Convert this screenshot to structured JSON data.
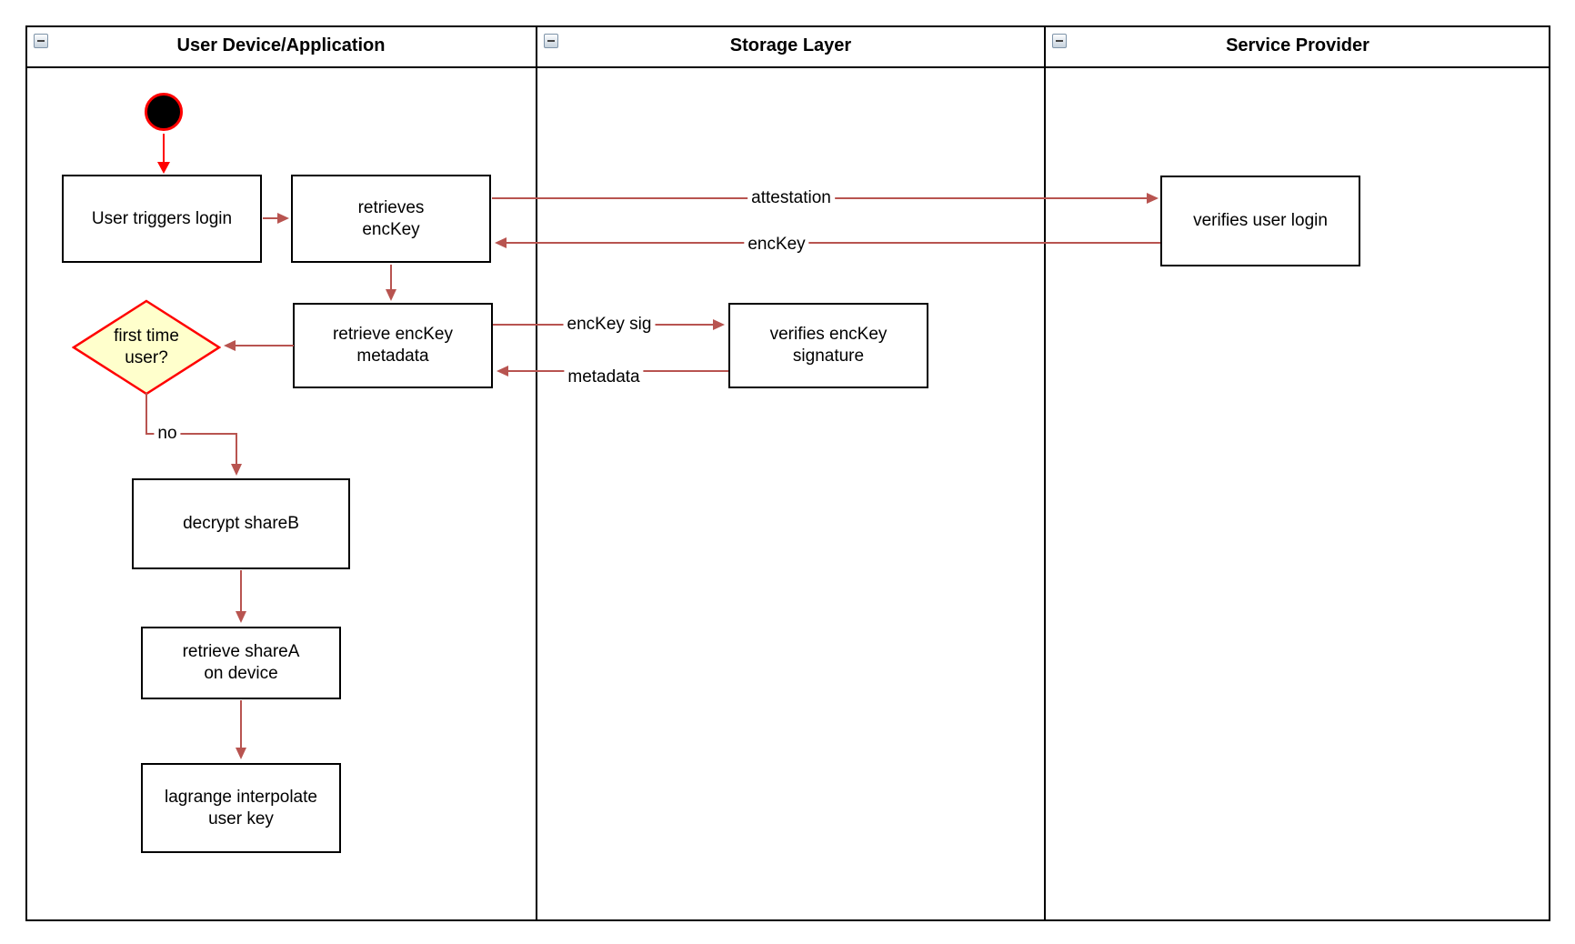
{
  "diagram_type": "swimlane-activity-diagram",
  "lanes": {
    "lane1": {
      "title": "User Device/Application"
    },
    "lane2": {
      "title": "Storage Layer"
    },
    "lane3": {
      "title": "Service Provider"
    }
  },
  "nodes": {
    "user_triggers_login": {
      "label": "User triggers login"
    },
    "retrieves_enckey": {
      "line1": "retrieves",
      "line2": "encKey"
    },
    "retrieve_enckey_metadata": {
      "line1": "retrieve encKey",
      "line2": "metadata"
    },
    "first_time_user": {
      "line1": "first time",
      "line2": "user?"
    },
    "decrypt_shareb": {
      "label": "decrypt shareB"
    },
    "retrieve_sharea": {
      "line1": "retrieve shareA",
      "line2": "on device"
    },
    "lagrange_interpolate": {
      "line1": "lagrange interpolate",
      "line2": "user key"
    },
    "verifies_enckey_signature": {
      "line1": "verifies encKey",
      "line2": "signature"
    },
    "verifies_user_login": {
      "label": "verifies user login"
    }
  },
  "edge_labels": {
    "attestation": "attestation",
    "enckey": "encKey",
    "enckey_sig": "encKey sig",
    "metadata": "metadata",
    "no": "no"
  },
  "colors": {
    "flow_arrow": "#b85450",
    "start_accent": "#ff0000",
    "decision_fill": "#ffffcc",
    "decision_border": "#ff0000",
    "node_border": "#000000",
    "node_fill": "#ffffff"
  }
}
